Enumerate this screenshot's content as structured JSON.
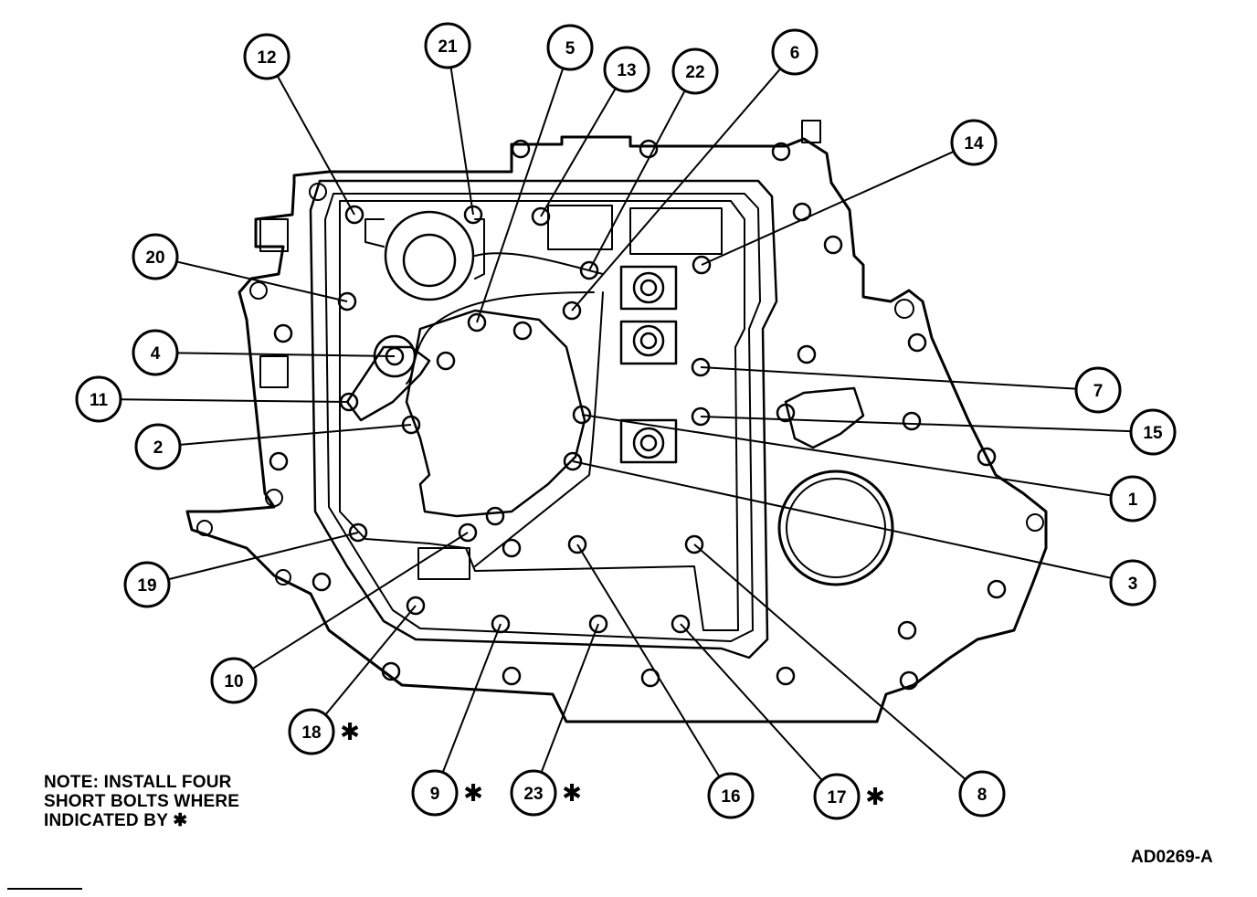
{
  "note": {
    "lines": [
      "NOTE: INSTALL FOUR",
      "SHORT BOLTS WHERE",
      "INDICATED BY ✱"
    ]
  },
  "reference_code": "AD0269-A",
  "star_symbol": "✱",
  "callouts": [
    {
      "label": "12",
      "star": false
    },
    {
      "label": "21",
      "star": false
    },
    {
      "label": "5",
      "star": false
    },
    {
      "label": "13",
      "star": false
    },
    {
      "label": "22",
      "star": false
    },
    {
      "label": "6",
      "star": false
    },
    {
      "label": "14",
      "star": false
    },
    {
      "label": "20",
      "star": false
    },
    {
      "label": "4",
      "star": false
    },
    {
      "label": "11",
      "star": false
    },
    {
      "label": "2",
      "star": false
    },
    {
      "label": "7",
      "star": false
    },
    {
      "label": "15",
      "star": false
    },
    {
      "label": "1",
      "star": false
    },
    {
      "label": "3",
      "star": false
    },
    {
      "label": "19",
      "star": false
    },
    {
      "label": "10",
      "star": false
    },
    {
      "label": "18",
      "star": true
    },
    {
      "label": "9",
      "star": true
    },
    {
      "label": "23",
      "star": true
    },
    {
      "label": "16",
      "star": false
    },
    {
      "label": "17",
      "star": true
    },
    {
      "label": "8",
      "star": false
    }
  ]
}
